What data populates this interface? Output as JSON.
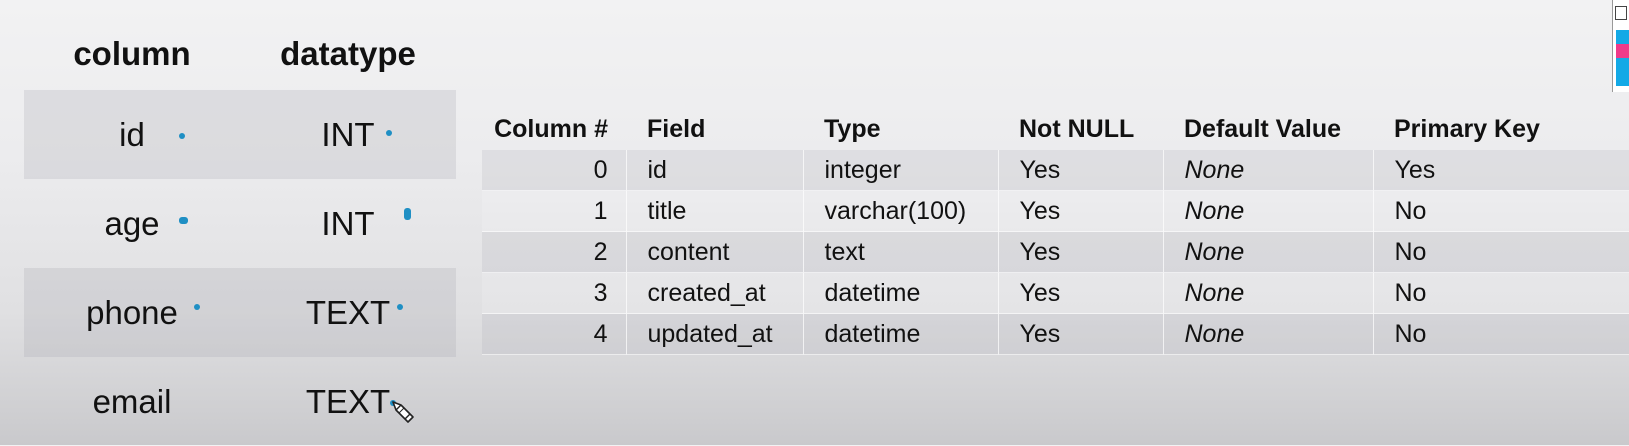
{
  "schema": {
    "headers": {
      "column": "column",
      "datatype": "datatype"
    },
    "rows": [
      {
        "column": "id",
        "datatype": "INT"
      },
      {
        "column": "age",
        "datatype": "INT"
      },
      {
        "column": "phone",
        "datatype": "TEXT"
      },
      {
        "column": "email",
        "datatype": "TEXT"
      }
    ],
    "dot_color": "#1f8fc4"
  },
  "table": {
    "headers": {
      "col_num": "Column #",
      "field": "Field",
      "type": "Type",
      "not_null": "Not NULL",
      "default": "Default Value",
      "pk": "Primary Key"
    },
    "rows": [
      {
        "num": "0",
        "field": "id",
        "type": "integer",
        "not_null": "Yes",
        "default": "None",
        "pk": "Yes"
      },
      {
        "num": "1",
        "field": "title",
        "type": "varchar(100)",
        "not_null": "Yes",
        "default": "None",
        "pk": "No"
      },
      {
        "num": "2",
        "field": "content",
        "type": "text",
        "not_null": "Yes",
        "default": "None",
        "pk": "No"
      },
      {
        "num": "3",
        "field": "created_at",
        "type": "datetime",
        "not_null": "Yes",
        "default": "None",
        "pk": "No"
      },
      {
        "num": "4",
        "field": "updated_at",
        "type": "datetime",
        "not_null": "Yes",
        "default": "None",
        "pk": "No"
      }
    ]
  },
  "icons": {
    "cursor": "pen-cursor-icon",
    "corner": "document-icon"
  },
  "colors": {
    "accent_blue": "#13a9e6",
    "accent_pink": "#ef3a8a"
  }
}
